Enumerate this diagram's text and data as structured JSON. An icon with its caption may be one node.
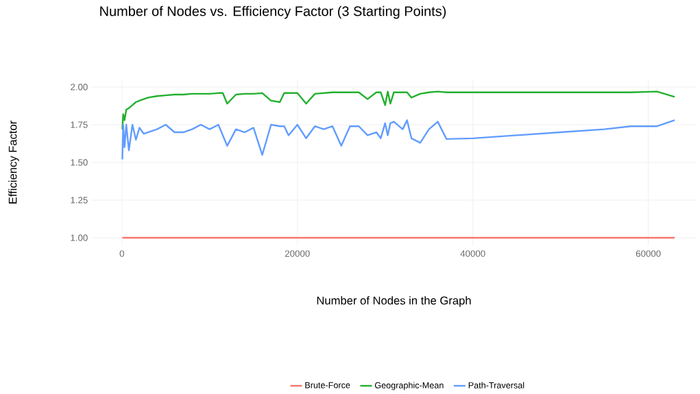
{
  "diagram": {
    "chart_data": {
      "type": "line",
      "title": "Number of Nodes vs. Efficiency Factor (3 Starting Points)",
      "xlabel": "Number of Nodes in the Graph",
      "ylabel": "Efficiency Factor",
      "x": [
        50,
        150,
        300,
        500,
        800,
        1200,
        1600,
        2000,
        2500,
        3000,
        4000,
        5000,
        6000,
        7000,
        8000,
        9000,
        10000,
        11000,
        11500,
        12000,
        13000,
        14000,
        15000,
        16000,
        17000,
        18000,
        18500,
        19000,
        20000,
        21000,
        22000,
        23000,
        24000,
        25000,
        26000,
        27000,
        28000,
        29000,
        29500,
        30000,
        30300,
        30600,
        31000,
        32000,
        32500,
        33000,
        34000,
        35000,
        36000,
        37000,
        40000,
        45000,
        50000,
        55000,
        58000,
        61000,
        63000
      ],
      "series": [
        {
          "name": "Brute-Force",
          "color": "#f8766d",
          "values": [
            1,
            1,
            1,
            1,
            1,
            1,
            1,
            1,
            1,
            1,
            1,
            1,
            1,
            1,
            1,
            1,
            1,
            1,
            1,
            1,
            1,
            1,
            1,
            1,
            1,
            1,
            1,
            1,
            1,
            1,
            1,
            1,
            1,
            1,
            1,
            1,
            1,
            1,
            1,
            1,
            1,
            1,
            1,
            1,
            1,
            1,
            1,
            1,
            1,
            1,
            1,
            1,
            1,
            1,
            1,
            1,
            1
          ]
        },
        {
          "name": "Geographic-Mean",
          "color": "#22b02d",
          "values": [
            1.72,
            1.82,
            1.78,
            1.85,
            1.86,
            1.88,
            1.9,
            1.91,
            1.92,
            1.93,
            1.94,
            1.945,
            1.95,
            1.95,
            1.955,
            1.955,
            1.955,
            1.96,
            1.96,
            1.89,
            1.95,
            1.955,
            1.955,
            1.96,
            1.91,
            1.9,
            1.96,
            1.96,
            1.96,
            1.89,
            1.955,
            1.96,
            1.965,
            1.965,
            1.965,
            1.965,
            1.92,
            1.965,
            1.965,
            1.88,
            1.97,
            1.89,
            1.965,
            1.965,
            1.965,
            1.93,
            1.955,
            1.965,
            1.97,
            1.965,
            1.965,
            1.965,
            1.965,
            1.965,
            1.965,
            1.97,
            1.935
          ]
        },
        {
          "name": "Path-Traversal",
          "color": "#619cff",
          "values": [
            1.52,
            1.75,
            1.6,
            1.75,
            1.58,
            1.75,
            1.65,
            1.73,
            1.69,
            1.7,
            1.72,
            1.75,
            1.7,
            1.7,
            1.72,
            1.75,
            1.72,
            1.75,
            1.68,
            1.61,
            1.72,
            1.7,
            1.73,
            1.55,
            1.75,
            1.74,
            1.74,
            1.68,
            1.75,
            1.66,
            1.74,
            1.72,
            1.74,
            1.61,
            1.74,
            1.74,
            1.68,
            1.7,
            1.66,
            1.76,
            1.68,
            1.76,
            1.77,
            1.72,
            1.78,
            1.66,
            1.63,
            1.72,
            1.77,
            1.655,
            1.66,
            1.68,
            1.7,
            1.72,
            1.74,
            1.74,
            1.78
          ]
        }
      ],
      "grid": "major",
      "legend": "bottom",
      "xlim": [
        -3500,
        65500
      ],
      "ylim": [
        0.95,
        2.05
      ],
      "xticks": [
        {
          "value": 0,
          "label": "0"
        },
        {
          "value": 20000,
          "label": "20000"
        },
        {
          "value": 40000,
          "label": "40000"
        },
        {
          "value": 60000,
          "label": "60000"
        }
      ],
      "yticks": [
        {
          "value": 1,
          "label": "1.00"
        },
        {
          "value": 1.25,
          "label": "1.25"
        },
        {
          "value": 1.5,
          "label": "1.50"
        },
        {
          "value": 1.75,
          "label": "1.75"
        },
        {
          "value": 2,
          "label": "2.00"
        }
      ]
    }
  }
}
